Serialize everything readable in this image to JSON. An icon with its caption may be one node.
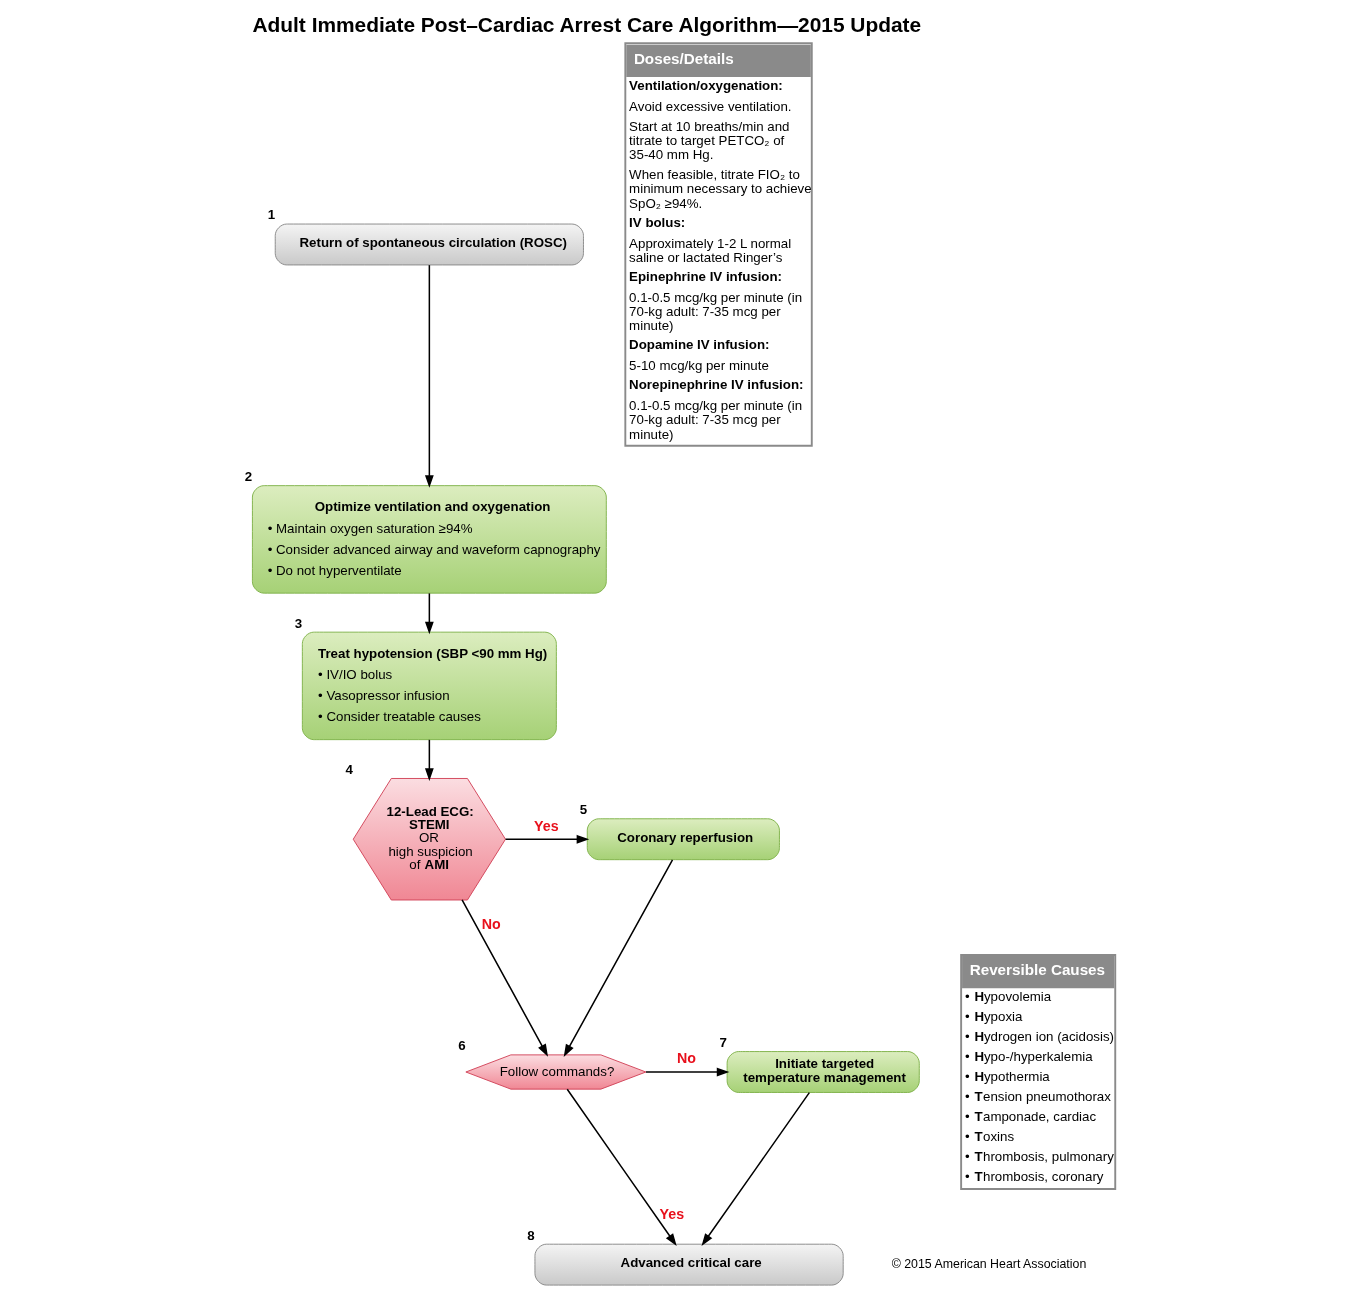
{
  "diagram": {
    "title": "Adult Immediate Post–Cardiac Arrest Care Algorithm—2015 Update",
    "nodes": [
      {
        "text": [
          "Return of spontaneous circulation (ROSC)"
        ],
        "beside": [
          "1"
        ]
      },
      {
        "text": [
          "Optimize ventilation and oxygenation",
          "• Maintain oxygen saturation ≥94%",
          "• Consider advanced airway and waveform capnography",
          "• Do not hyperventilate"
        ],
        "beside": [
          "2"
        ]
      },
      {
        "text": [
          "Treat hypotension (SBP <90 mm Hg)",
          "• IV/IO bolus",
          "• Vasopressor infusion",
          "• Consider treatable causes"
        ],
        "beside": [
          "3"
        ]
      },
      {
        "text": [
          "**12-Lead ECG:**",
          "**STEMI**",
          "OR",
          "high suspicion",
          "of **AMI**"
        ],
        "beside": [
          "4"
        ]
      },
      {
        "text": [
          "Coronary reperfusion"
        ],
        "beside": [
          "5"
        ]
      },
      {
        "text": [
          "Follow commands?"
        ],
        "beside": [
          "6"
        ]
      },
      {
        "text": [
          "Initiate targeted temperature management"
        ],
        "beside": [
          "7"
        ]
      },
      {
        "text": [
          "Advanced critical care"
        ],
        "beside": [
          "8"
        ]
      },
      {
        "text": [
          "Doses/Details",
          "**Ventilation/oxygenation:**",
          "Avoid excessive ventilation.",
          "Start at 10 breaths/min and titrate to target PETCO₂ of 35-40 mm Hg.",
          "When feasible, titrate FIO₂ to minimum necessary to achieve SpO₂ ≥94%.",
          "**IV bolus:**",
          "Approximately 1-2 L normal saline or lactated Ringer’s",
          "**Epinephrine IV infusion:**",
          "0.1-0.5 mcg/kg per minute (in 70-kg adult: 7-35 mcg per minute)",
          "**Dopamine IV infusion:**",
          "5-10 mcg/kg per minute",
          "**Norepinephrine IV infusion:**",
          "0.1-0.5 mcg/kg per minute (in 70-kg adult: 7-35 mcg per minute)"
        ]
      },
      {
        "text": [
          "Reversible Causes",
          "• **H**ypovolemia",
          "• **H**ypoxia",
          "• **H**ydrogen ion (acidosis)",
          "• **H**ypo-/hyperkalemia",
          "• **H**ypothermia",
          "• **T**ension pneumothorax",
          "• **T**amponade, cardiac",
          "• **T**oxins",
          "• **T**hrombosis, pulmonary",
          "• **T**hrombosis, coronary"
        ]
      }
    ],
    "edges": [
      {
        "from": 0,
        "to": 1,
        "arrow": "to"
      },
      {
        "from": 1,
        "to": 2,
        "arrow": "to"
      },
      {
        "from": 2,
        "to": 3,
        "arrow": "to"
      },
      {
        "from": 3,
        "to": 4,
        "arrow": "to",
        "label": "Yes"
      },
      {
        "from": 3,
        "to": 5,
        "arrow": "to",
        "label": "No"
      },
      {
        "from": 4,
        "to": 5,
        "arrow": "to"
      },
      {
        "from": 5,
        "to": 6,
        "arrow": "to",
        "label": "No"
      },
      {
        "from": 5,
        "to": 7,
        "arrow": "to",
        "label": "Yes"
      },
      {
        "from": 6,
        "to": 7,
        "arrow": "to"
      }
    ],
    "labels": [
      "© 2015 American Heart Association"
    ]
  }
}
